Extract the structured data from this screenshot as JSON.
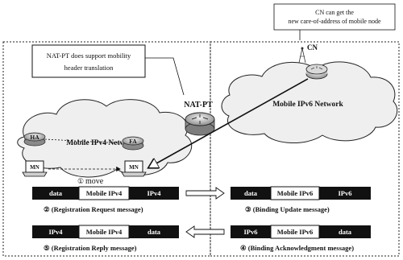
{
  "callouts": {
    "cn_note_line1": "CN can get the",
    "cn_note_line2": "new care-of-address of mobile node",
    "natpt_note_line1": "NAT-PT does support mobility",
    "natpt_note_line2": "header translation"
  },
  "nodes": {
    "cn": "CN",
    "natpt": "NAT-PT",
    "ha": "HA",
    "fa": "FA",
    "mn_left": "MN",
    "mn_right": "MN"
  },
  "networks": {
    "ipv4": "Mobile IPv4 Network",
    "ipv6": "Mobile IPv6 Network"
  },
  "move": {
    "num": "①",
    "label": "move"
  },
  "messages": {
    "reg_request": {
      "cells": [
        "data",
        "Mobile IPv4",
        "IPv4"
      ],
      "caption": "② (Registration Request message)"
    },
    "binding_update": {
      "cells": [
        "data",
        "Mobile IPv6",
        "IPv6"
      ],
      "caption": "③ (Binding Update message)"
    },
    "reg_reply": {
      "cells": [
        "IPv4",
        "Mobile IPv4",
        "data"
      ],
      "caption": "⑤ (Registration Reply message)"
    },
    "binding_ack": {
      "cells": [
        "IPv6",
        "Mobile IPv6",
        "data"
      ],
      "caption": "④ (Binding Acknowledgment message)"
    }
  },
  "colors": {
    "dark": "#111111",
    "cloud_fill": "#eeeeee",
    "router_fill": "#cfcfcf"
  }
}
